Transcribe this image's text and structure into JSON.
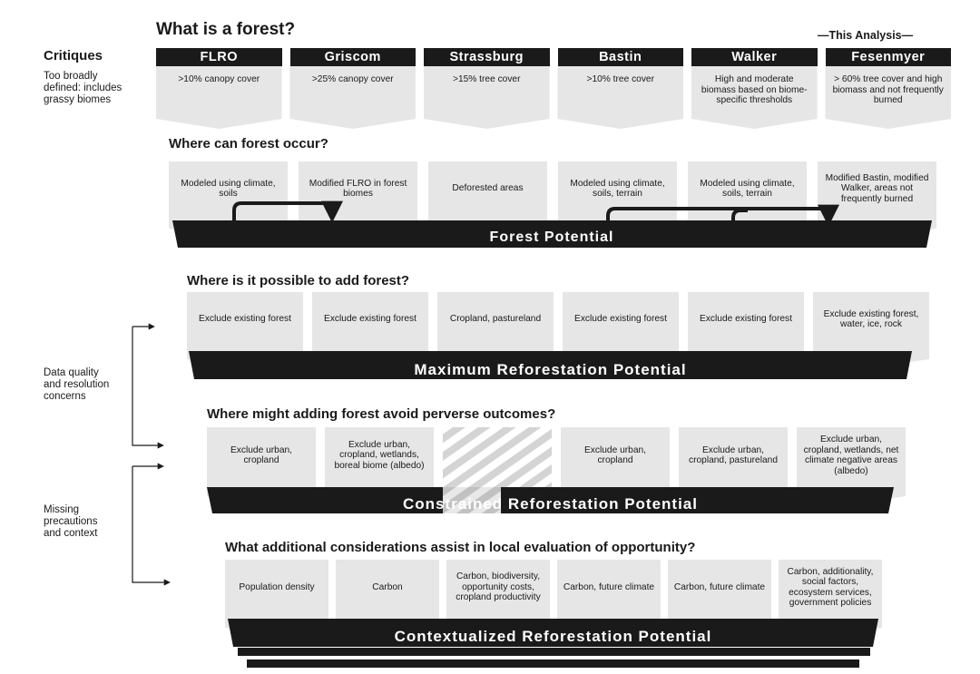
{
  "title": "What is a forest?",
  "this_analysis_label": "This Analysis",
  "critiques": {
    "title": "Critiques",
    "too_broad": [
      "Too broadly",
      "defined: includes",
      "grassy biomes"
    ],
    "data_quality": [
      "Data quality",
      "and resolution",
      "concerns"
    ],
    "missing": [
      "Missing",
      "precautions",
      "and context"
    ]
  },
  "studies": [
    "FLRO",
    "Griscom",
    "Strassburg",
    "Bastin",
    "Walker",
    "Fesenmyer"
  ],
  "definitions": [
    ">10% canopy cover",
    ">25% canopy cover",
    ">15% tree cover",
    ">10% tree cover",
    "High and moderate biomass based on biome-specific thresholds",
    "> 60% tree cover and high biomass and not frequently burned"
  ],
  "rows": [
    {
      "question": "Where can forest occur?",
      "bar_label": "Forest Potential",
      "cells": [
        "Modeled using climate, soils",
        "Modified FLRO in forest biomes",
        "Deforested areas",
        "Modeled using climate, soils, terrain",
        "Modeled using climate, soils, terrain",
        "Modified Bastin, modified Walker, areas not frequently burned"
      ]
    },
    {
      "question": "Where is it possible to add forest?",
      "bar_label": "Maximum Reforestation Potential",
      "cells": [
        "Exclude existing forest",
        "Exclude existing forest",
        "Cropland, pastureland",
        "Exclude existing forest",
        "Exclude existing forest",
        "Exclude existing forest, water, ice, rock"
      ]
    },
    {
      "question": "Where might adding forest avoid perverse outcomes?",
      "bar_label": "Constrained Reforestation Potential",
      "cells": [
        "Exclude urban, cropland",
        "Exclude urban, cropland, wetlands, boreal biome (albedo)",
        "",
        "Exclude urban, cropland",
        "Exclude urban, cropland, pastureland",
        "Exclude urban, cropland, wetlands, net climate negative areas (albedo)"
      ]
    },
    {
      "question": "What additional considerations assist in local evaluation of opportunity?",
      "bar_label": "Contextualized Reforestation Potential",
      "cells": [
        "Population density",
        "Carbon",
        "Carbon, biodiversity, opportunity costs, cropland productivity",
        "Carbon, future climate",
        "Carbon, future climate",
        "Carbon, additionality, social factors, ecosystem services, government policies"
      ]
    }
  ],
  "colors": {
    "ink": "#1a1a1a",
    "cell": "#e6e6e6",
    "paper": "#ffffff",
    "hatch": "#cfcfcf"
  }
}
